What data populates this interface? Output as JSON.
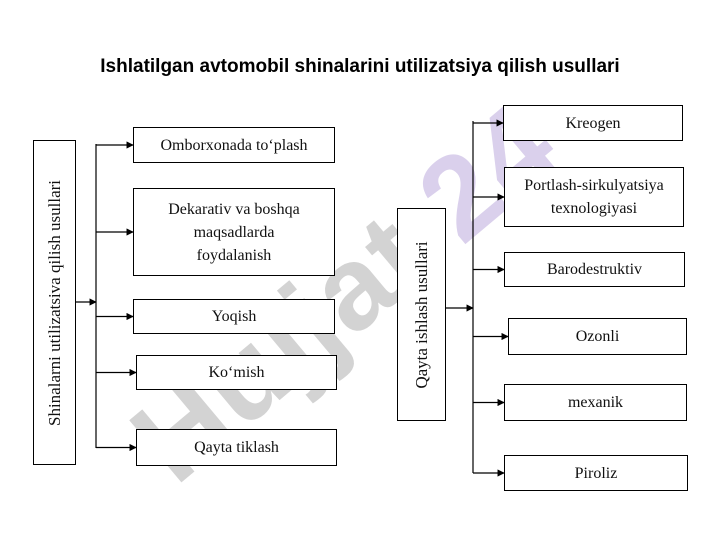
{
  "title": "Ishlatilgan avtomobil shinalarini utilizatsiya qilish usullari",
  "watermark": {
    "main": "Hujjat",
    "suffix": "24"
  },
  "left_group": {
    "label": "Shinalarni utilizatsiva qilish usullari",
    "items": [
      {
        "lines": [
          "Omborxonada to‘plash"
        ]
      },
      {
        "lines": [
          "Dekarativ va boshqa",
          "maqsadlarda",
          "foydalanish"
        ]
      },
      {
        "lines": [
          "Yoqish"
        ]
      },
      {
        "lines": [
          "Ko‘mish"
        ]
      },
      {
        "lines": [
          "Qayta tiklash"
        ]
      }
    ]
  },
  "right_group": {
    "label": "Qayta ishlash usullari",
    "items": [
      {
        "lines": [
          "Kreogen"
        ]
      },
      {
        "lines": [
          "Portlash-sirkulyatsiya",
          "texnologiyasi"
        ]
      },
      {
        "lines": [
          "Barodestruktiv"
        ]
      },
      {
        "lines": [
          "Ozonli"
        ]
      },
      {
        "lines": [
          "mexanik"
        ]
      },
      {
        "lines": [
          "Piroliz"
        ]
      }
    ]
  }
}
